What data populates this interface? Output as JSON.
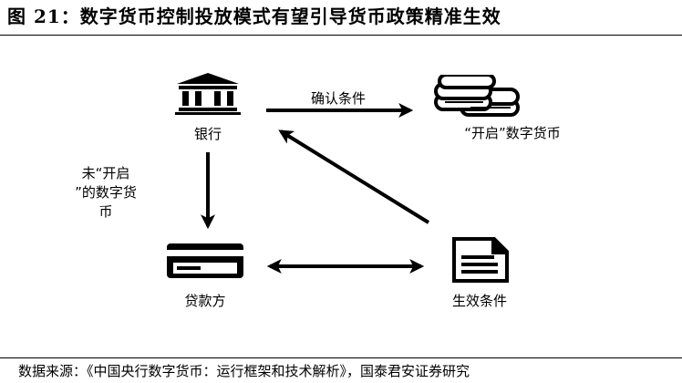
{
  "figure": {
    "title": "图 21：数字货币控制投放模式有望引导货币政策精准生效",
    "source": "数据来源：《中国央行数字货币：运行框架和技术解析》，国泰君安证券研究"
  },
  "nodes": {
    "bank": {
      "label": "银行",
      "icon": "bank-icon"
    },
    "activated_currency": {
      "label": "“开启”数字货币",
      "icon": "coins-stack-icon"
    },
    "borrower": {
      "label": "贷款方",
      "icon": "credit-card-icon"
    },
    "effective_condition": {
      "label": "生效条件",
      "icon": "document-icon"
    }
  },
  "edges": {
    "bank_to_currency": {
      "label": "确认条件"
    },
    "bank_to_borrower": {
      "label_line1": "未“开启",
      "label_line2": "”的数字货",
      "label_line3": "币"
    },
    "condition_to_bank": {
      "label": ""
    },
    "borrower_condition": {
      "label": ""
    }
  }
}
